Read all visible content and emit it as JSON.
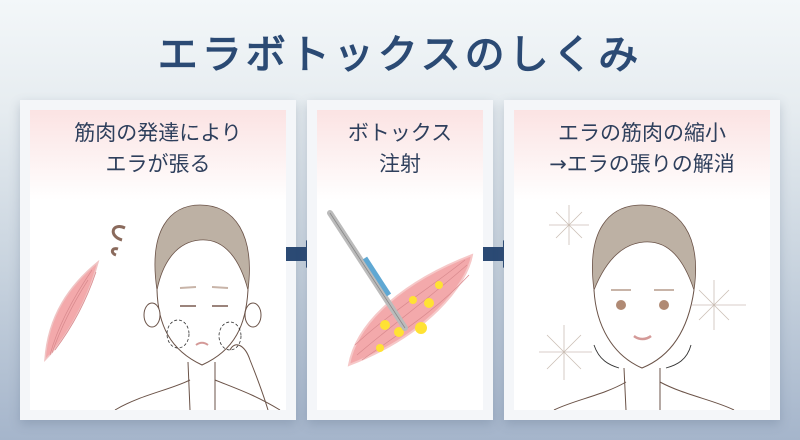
{
  "title": "エラボトックスのしくみ",
  "colors": {
    "title": "#2b4a74",
    "arrow": "#2b4a74",
    "caption": "#2e3f5c",
    "muscle": "#f3a9ab",
    "botox": "#ffe234"
  },
  "panels": [
    {
      "caption_line1": "筋肉の発達により",
      "caption_line2": "エラが張る",
      "illustration": "woman-holding-jaw-with-muscle"
    },
    {
      "caption_line1": "ボトックス",
      "caption_line2": "注射",
      "illustration": "syringe-injecting-muscle"
    },
    {
      "caption_line1": "エラの筋肉の縮小",
      "caption_line2": "→エラの張りの解消",
      "illustration": "woman-slim-jaw-with-sparkles"
    }
  ],
  "arrows": [
    {
      "icon": "arrow-right-icon"
    },
    {
      "icon": "arrow-right-icon"
    }
  ]
}
